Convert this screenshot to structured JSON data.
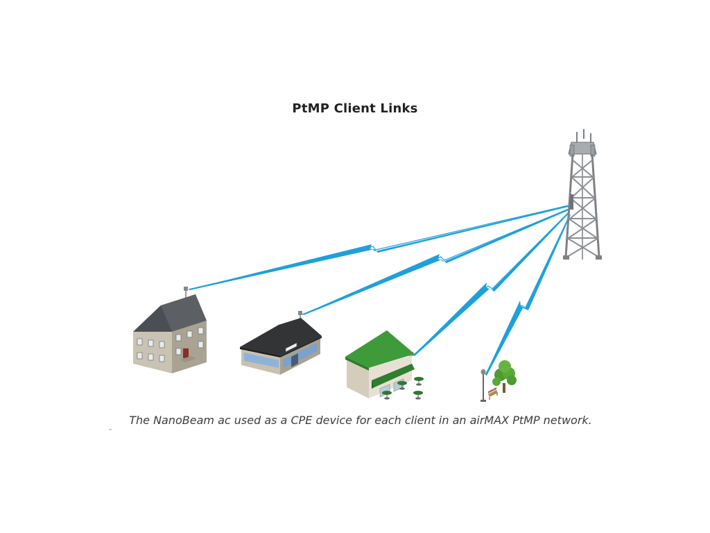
{
  "diagram": {
    "title": "PtMP Client Links",
    "caption": "The NanoBeam ac used as a CPE device for each client in an airMAX PtMP network.",
    "colors": {
      "link_blue": "#1ea0dc",
      "roof_gray": "#5c6065",
      "roof_dark": "#3a3b3d",
      "roof_green": "#3f9a3c",
      "wall_stone": "#b9b3a3",
      "tower_gray": "#8c8f93",
      "tree_green": "#5aa83a"
    },
    "nodes": [
      {
        "id": "base-station-tower",
        "icon": "radio-tower-icon"
      },
      {
        "id": "client-house",
        "icon": "house-icon"
      },
      {
        "id": "client-store",
        "icon": "store-icon"
      },
      {
        "id": "client-cafe",
        "icon": "cafe-icon"
      },
      {
        "id": "client-park",
        "icon": "park-lamp-icon"
      }
    ],
    "links": [
      {
        "from": "base-station-tower",
        "to": "client-house"
      },
      {
        "from": "base-station-tower",
        "to": "client-store"
      },
      {
        "from": "base-station-tower",
        "to": "client-cafe"
      },
      {
        "from": "base-station-tower",
        "to": "client-park"
      }
    ]
  }
}
